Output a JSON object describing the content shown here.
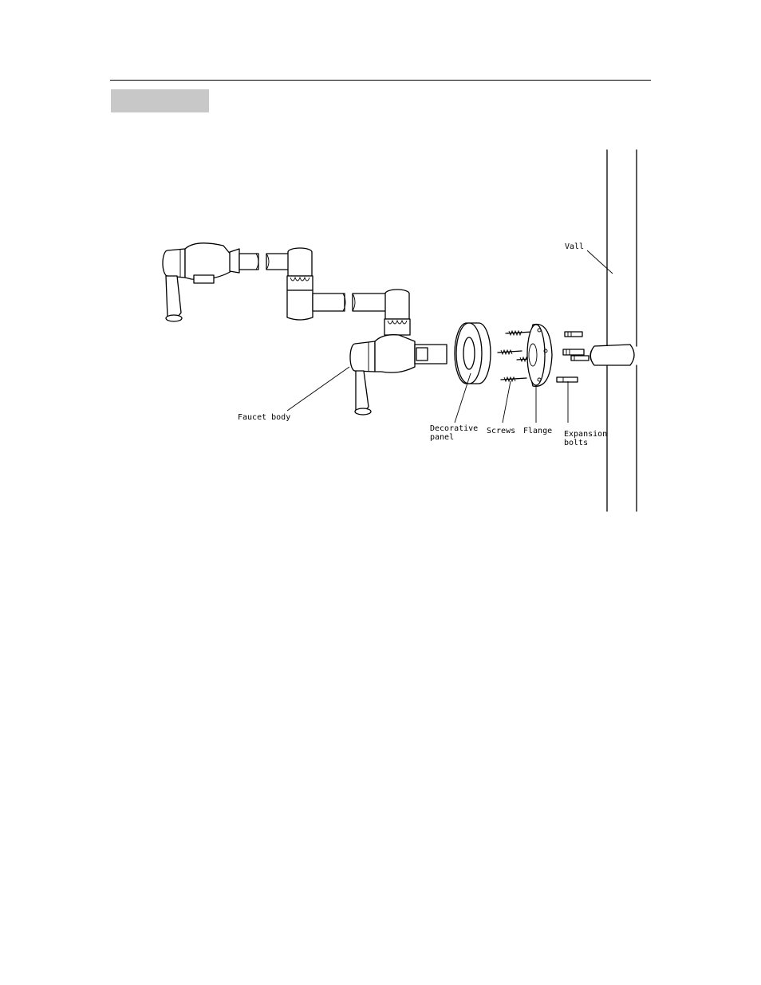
{
  "section": {
    "title": ""
  },
  "labels": {
    "wall": "Vall",
    "faucet_body": "Faucet body",
    "decorative_panel_line1": "Decorative",
    "decorative_panel_line2": "panel",
    "screws": "Screws",
    "flange": "Flange",
    "expansion_bolts_line1": "Expansion",
    "expansion_bolts_line2": "bolts"
  },
  "colors": {
    "section_box": "#c8c8c8",
    "line": "#000000"
  }
}
